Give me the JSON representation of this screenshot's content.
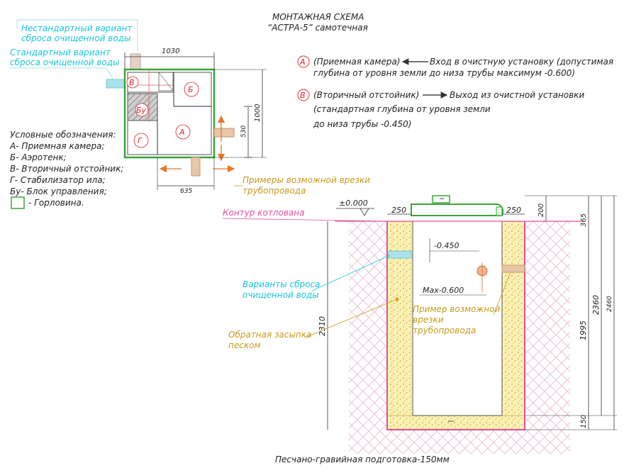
{
  "title": {
    "line1": "МОНТАЖНАЯ СХЕМА",
    "line2": "“АСТРА-5” самотечная"
  },
  "plan": {
    "outlet_nonstandard": [
      "Нестандартный вариант",
      "сброса очищенной воды"
    ],
    "outlet_standard": [
      "Стандартный вариант",
      "сброса очищенной воды"
    ],
    "dim_width": "1030",
    "dim_height": "1000",
    "dim_530": "530",
    "dim_635": "635",
    "chambers": {
      "a": "А",
      "b": "Б",
      "v": "В",
      "g": "Г",
      "bu": "Бу"
    },
    "pipe_examples": [
      "Примеры возможной врезки",
      "трубопровода"
    ]
  },
  "legend": {
    "title": "Условные обозначения:",
    "items": [
      "А- Приемная камера;",
      "Б- Аэротенк;",
      "В- Вторичный отстойник;",
      "Г- Стабилизатор ила;",
      "Бу- Блок управления;"
    ],
    "hatch_label": "- Горловина."
  },
  "notes": {
    "a_marker": "А",
    "a_line1_left": "(Приемная камера)",
    "a_line1_right": "Вход в очистную установку (допустимая",
    "a_line2": "глубина от уровня земли до низа трубы максимум -0.600)",
    "v_marker": "В",
    "v_line1_left": "(Вторичный отстойник)",
    "v_line1_right": "Выход из очистной установки",
    "v_line2": "(стандартная глубина от уровня земли",
    "v_line3": "до низа трубы -0.450)"
  },
  "section": {
    "level_zero": "±0.000",
    "contour_label": "Контур котлована",
    "dim_250_left": "250",
    "dim_250_right": "250",
    "dim_200": "200",
    "dim_365": "365",
    "dim_1995": "1995",
    "dim_2360": "2360",
    "dim_2460": "2460",
    "dim_150": "150",
    "dim_2310": "2310",
    "level_450": "-0.450",
    "level_max600": "Max-0.600",
    "discharge_variants": [
      "Варианты сброса",
      "очищенной воды"
    ],
    "backfill": [
      "Обратная засыпка",
      "песком"
    ],
    "pipe_example": [
      "Пример возможной",
      "врезки",
      "трубопровода"
    ],
    "gravel_bed": "Песчано-гравийная подготовка-150мм"
  }
}
